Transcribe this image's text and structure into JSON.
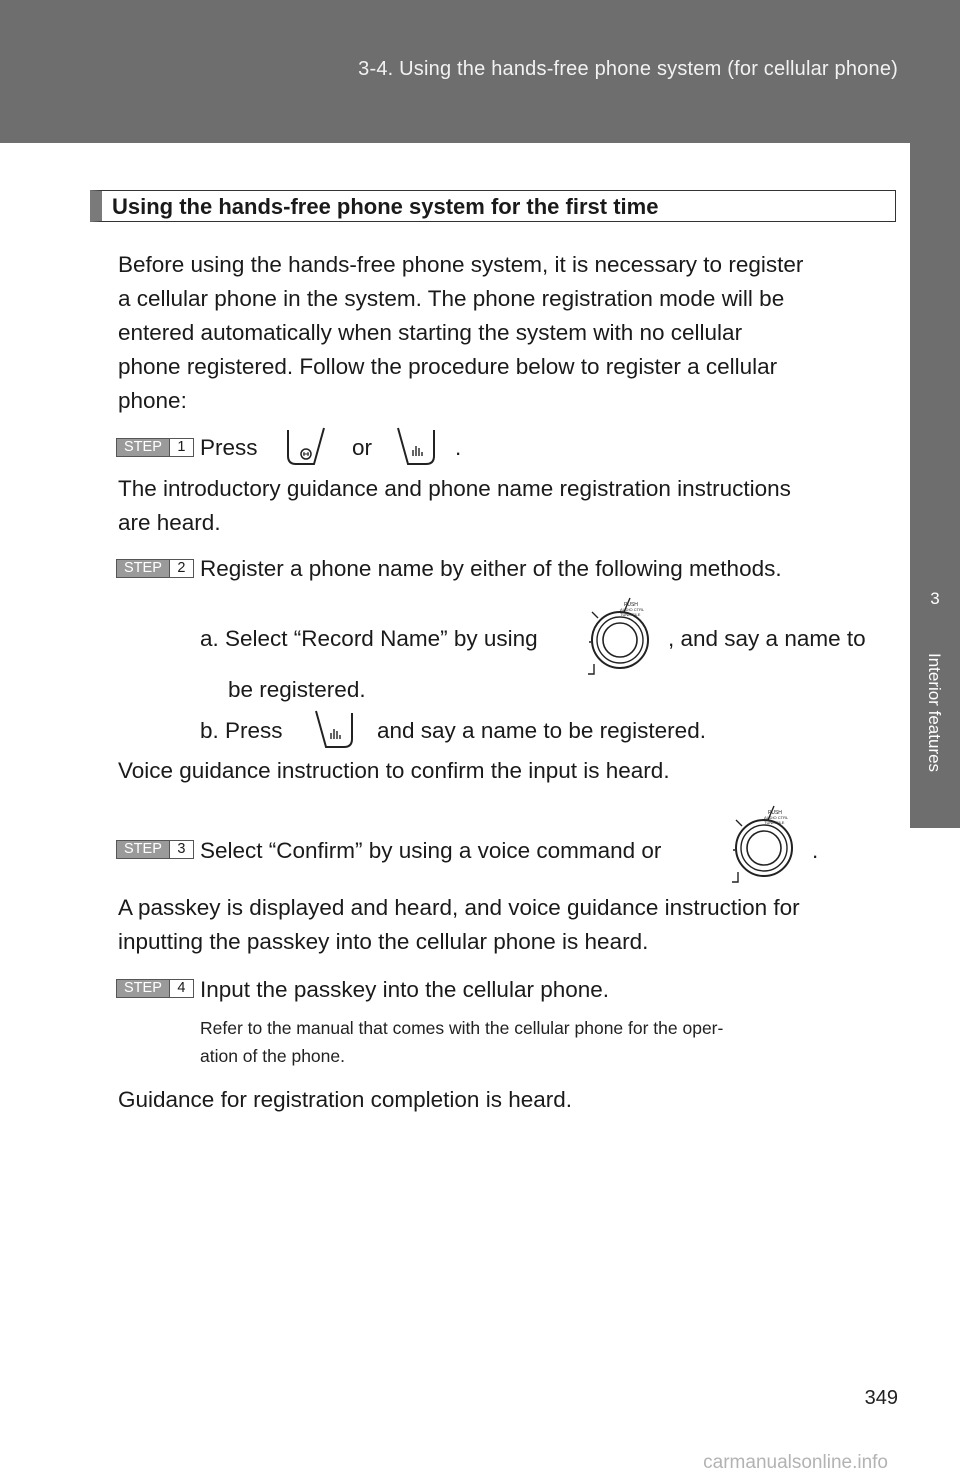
{
  "header": {
    "title": "3-4. Using the hands-free phone system (for cellular phone)"
  },
  "side_tab": {
    "chapter_number": "3",
    "chapter_label": "Interior features"
  },
  "section": {
    "heading": "Using the hands-free phone system for the first time"
  },
  "intro": {
    "line1": "Before using the hands-free phone system, it is necessary to register",
    "line2": "a cellular phone in the system. The phone registration mode will be",
    "line3": "entered automatically when starting the system with no cellular",
    "line4": "phone registered. Follow the procedure below to register a cellular",
    "line5": "phone:"
  },
  "steps": [
    {
      "badge": "STEP",
      "number": "1",
      "press": "Press",
      "or": "or",
      "period": ".",
      "result_line1": "The introductory guidance and phone name registration instructions",
      "result_line2": "are heard."
    },
    {
      "badge": "STEP",
      "number": "2",
      "text": "Register a phone name by either of the following methods.",
      "option_a_part1": "a. Select “Record Name” by using",
      "option_a_part2": ", and say a name to",
      "option_a_part3": "be registered.",
      "option_b_part1": "b. Press",
      "option_b_part2": "and say a name to be registered.",
      "result": "Voice guidance instruction to confirm the input is heard."
    },
    {
      "badge": "STEP",
      "number": "3",
      "text": "Select “Confirm” by using a voice command or",
      "period": ".",
      "result_line1": "A passkey is displayed and heard, and voice guidance instruction for",
      "result_line2": "inputting the passkey into the cellular phone is heard."
    },
    {
      "badge": "STEP",
      "number": "4",
      "text": "Input the passkey into the cellular phone.",
      "note_line1": "Refer to the manual that comes with the cellular phone for the oper-",
      "note_line2": "ation of the phone.",
      "result": "Guidance for registration completion is heard."
    }
  ],
  "icons": {
    "off_hook_button": "phone-off-hook-icon",
    "talk_button": "voice-talk-icon",
    "tune_knob": "tune-file-knob-icon",
    "knob_caption": [
      "PUSH",
      "AUDIO CTRL",
      "TUNE/FILE"
    ]
  },
  "page_number": "349",
  "watermark": "carmanualsonline.info"
}
